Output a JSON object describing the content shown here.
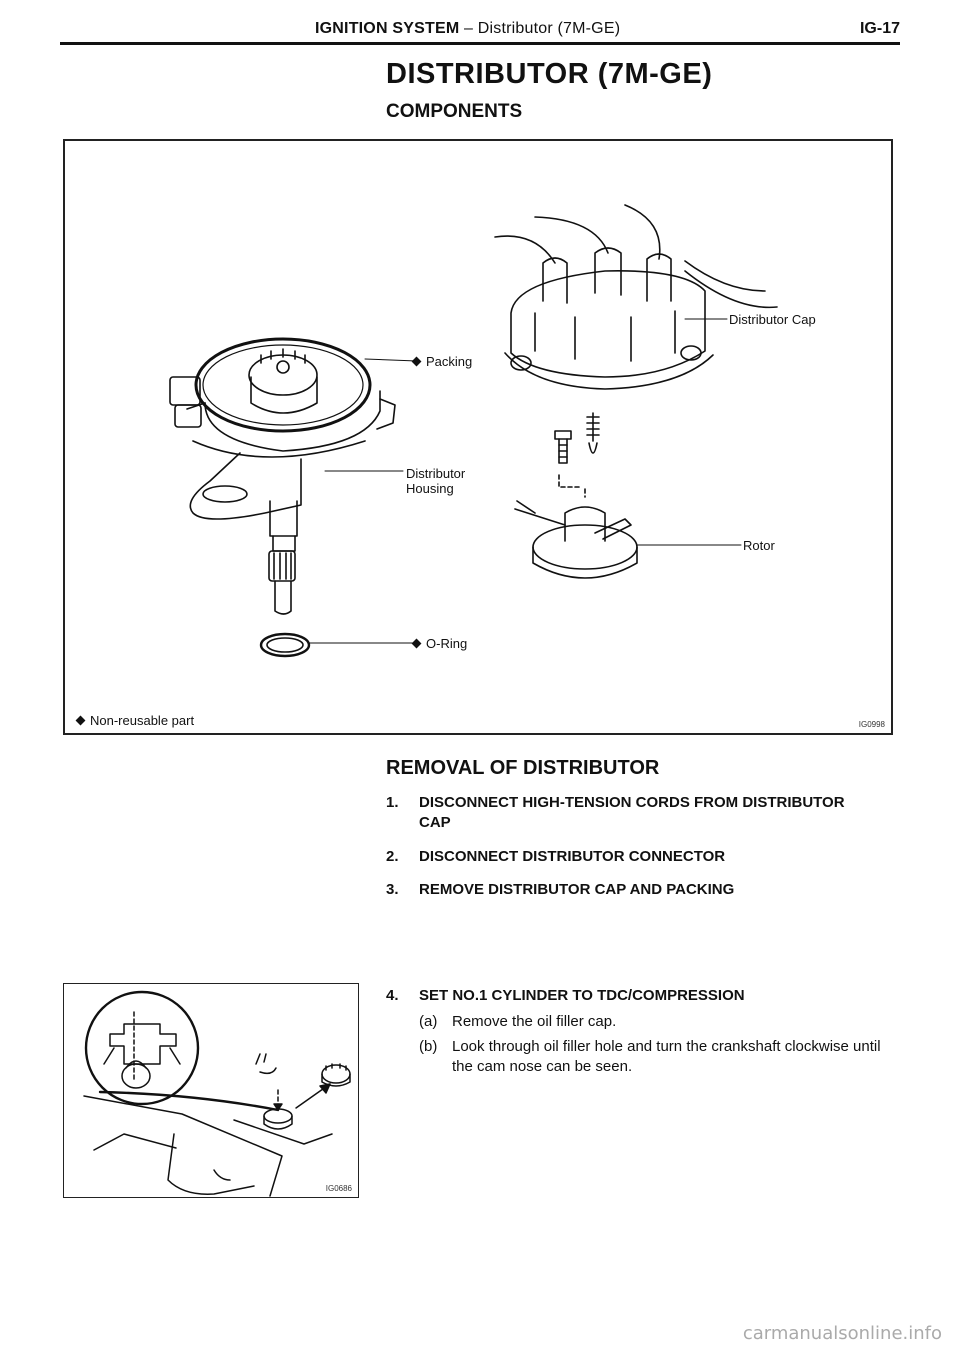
{
  "header": {
    "section_bold": "IGNITION SYSTEM",
    "section_rest": "– Distributor (7M-GE)",
    "page_number": "IG-17"
  },
  "title": "DISTRIBUTOR (7M-GE)",
  "components_heading": "COMPONENTS",
  "figure1": {
    "labels": {
      "packing": "Packing",
      "distributor_cap": "Distributor Cap",
      "distributor_housing_line1": "Distributor",
      "distributor_housing_line2": "Housing",
      "rotor": "Rotor",
      "o_ring": "O-Ring"
    },
    "legend": "Non-reusable part",
    "figure_id": "IG0998"
  },
  "removal": {
    "title": "REMOVAL OF DISTRIBUTOR",
    "steps": [
      {
        "num": "1.",
        "text": "DISCONNECT HIGH-TENSION CORDS FROM DISTRIBUTOR CAP"
      },
      {
        "num": "2.",
        "text": "DISCONNECT DISTRIBUTOR CONNECTOR"
      },
      {
        "num": "3.",
        "text": "REMOVE DISTRIBUTOR CAP AND PACKING"
      },
      {
        "num": "4.",
        "text": "SET NO.1 CYLINDER TO TDC/COMPRESSION",
        "substeps": [
          {
            "num": "(a)",
            "text": "Remove the oil filler cap."
          },
          {
            "num": "(b)",
            "text": "Look through oil filler hole and turn the crankshaft clockwise until the cam nose can be seen."
          }
        ]
      }
    ]
  },
  "figure2": {
    "figure_id": "IG0686"
  },
  "watermark": "carmanualsonline.info",
  "colors": {
    "ink": "#111111",
    "paper": "#ffffff",
    "watermark": "#aaaaaa"
  },
  "icons": {
    "non_reusable_marker": "diamond-icon"
  }
}
